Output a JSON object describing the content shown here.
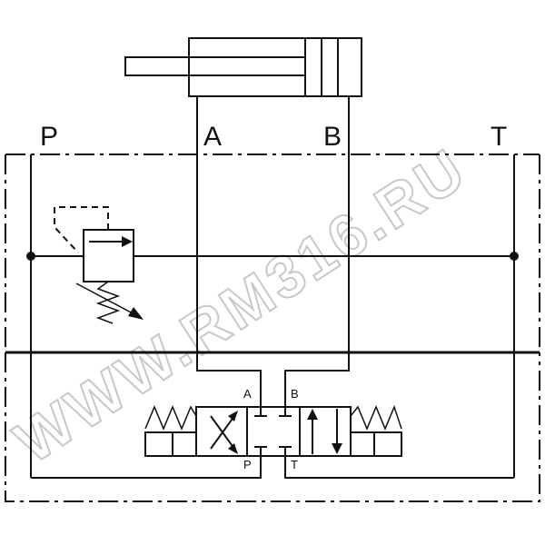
{
  "ports": {
    "main_p": "P",
    "main_a": "A",
    "main_b": "B",
    "main_t": "T",
    "valve_a": "A",
    "valve_b": "B",
    "valve_p": "P",
    "valve_t": "T"
  },
  "watermark": "WWW.RM316.RU",
  "colors": {
    "line": "#111111",
    "watermark": "#c8c8c8",
    "background": "#ffffff"
  },
  "icons": {
    "cylinder": "double-acting-cylinder-icon",
    "relief_valve": "pressure-relief-valve-icon",
    "directional_valve": "4-3-directional-valve-icon"
  }
}
